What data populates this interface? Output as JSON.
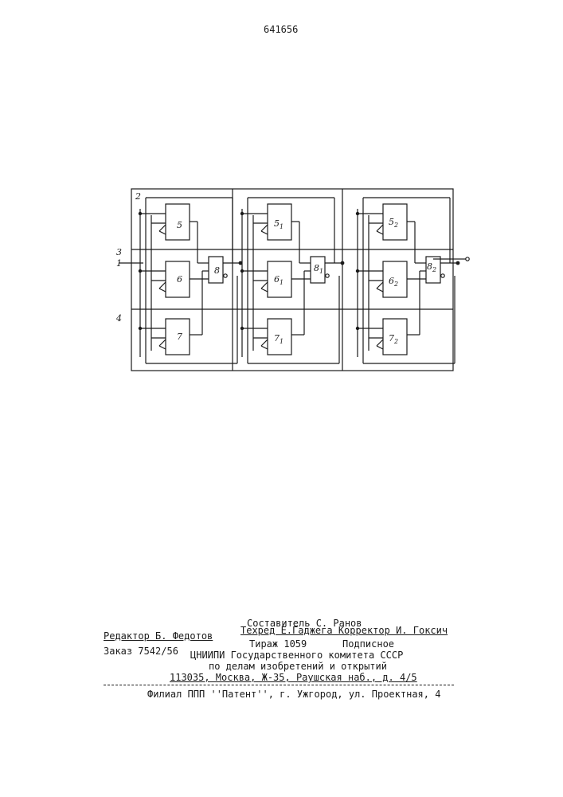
{
  "patent_number": "641656",
  "diagram": {
    "labels": {
      "frame": "2",
      "line3": "3",
      "input": "1",
      "line4": "4",
      "s0": {
        "a": "5",
        "b": "6",
        "c": "7",
        "v": "8"
      },
      "s1": {
        "a": "5",
        "b": "6",
        "c": "7",
        "v": "8",
        "sub": "1"
      },
      "s2": {
        "a": "5",
        "b": "6",
        "c": "7",
        "v": "8",
        "sub": "2"
      }
    }
  },
  "footer": {
    "compiler": "Составитель С. Ранов",
    "editor": "Редактор Б. Федотов",
    "techred_corrector": "Техред Е.Гаджега Корректор И. Гоксич",
    "order": "Заказ 7542/56",
    "circulation": "Тираж 1059",
    "subscription": "Подписное",
    "org1": "ЦНИИПИ Государственного комитета СССР",
    "org2": "по делам изобретений и открытий",
    "address": "113035, Москва, Ж-35, Раушская наб., д. 4/5",
    "branch": "Филиал ППП ''Патент'', г. Ужгород, ул. Проектная, 4"
  }
}
